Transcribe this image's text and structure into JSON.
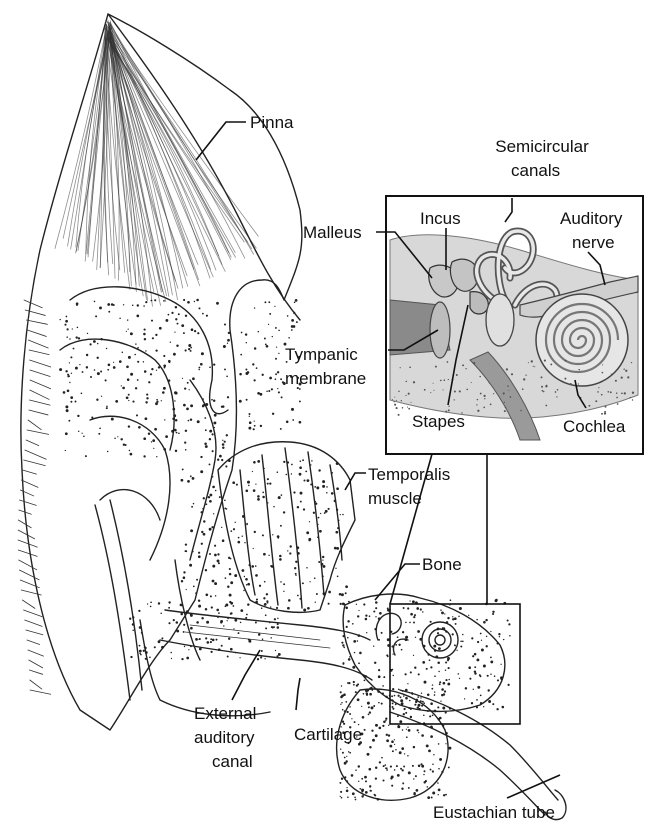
{
  "labels": {
    "pinna": "Pinna",
    "semicircular_line1": "Semicircular",
    "semicircular_line2": "canals",
    "incus": "Incus",
    "malleus": "Malleus",
    "auditory_nerve_line1": "Auditory",
    "auditory_nerve_line2": "nerve",
    "tympanic_line1": "Tympanic",
    "tympanic_line2": "membrane",
    "stapes": "Stapes",
    "cochlea": "Cochlea",
    "temporalis_line1": "Temporalis",
    "temporalis_line2": "muscle",
    "bone": "Bone",
    "external_line1": "External",
    "external_line2": "auditory",
    "external_line3": "canal",
    "cartilage": "Cartilage",
    "eustachian": "Eustachian tube"
  }
}
